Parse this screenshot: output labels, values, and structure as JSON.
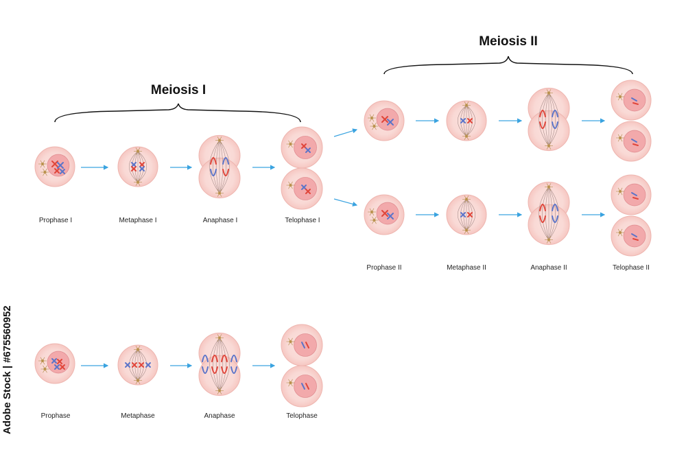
{
  "meiosis_one": {
    "title": "Meiosis I",
    "stages": [
      "Prophase I",
      "Metaphase I",
      "Anaphase I",
      "Telophase I"
    ]
  },
  "meiosis_two": {
    "title": "Meiosis II",
    "stages": [
      "Prophase II",
      "Metaphase II",
      "Anaphase II",
      "Telophase II"
    ]
  },
  "mitosis": {
    "stages": [
      "Prophase",
      "Metaphase",
      "Anaphase",
      "Telophase"
    ]
  },
  "stock_id": "Adobe Stock | #675560952",
  "colors": {
    "cell_outer": "#f6c7c2",
    "cell_inner": "#f9d9d5",
    "nucleus": "#f2a9ab",
    "chromosome_red": "#e0453a",
    "chromosome_blue": "#5b74c9",
    "arrow": "#3aa3e0"
  }
}
